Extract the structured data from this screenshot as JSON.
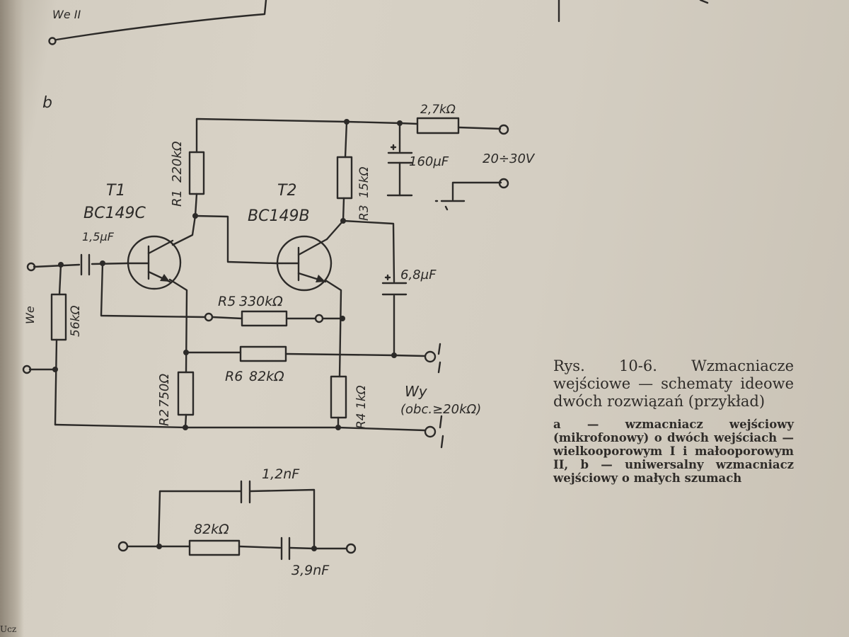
{
  "figure": {
    "top_fragment_label": "We II",
    "panel_label": "b",
    "transistors": {
      "t1": {
        "name": "T1",
        "type": "BC149C"
      },
      "t2": {
        "name": "T2",
        "type": "BC149B"
      }
    },
    "resistors": {
      "r1": {
        "ref": "R1",
        "value": "220kΩ"
      },
      "r2": {
        "ref": "R2",
        "value": "750Ω"
      },
      "r3": {
        "ref": "R3",
        "value": "15kΩ"
      },
      "r4": {
        "ref": "R4",
        "value": "1kΩ"
      },
      "r5": {
        "ref": "R5",
        "value": "330kΩ"
      },
      "r6": {
        "ref": "R6",
        "value": "82kΩ"
      },
      "r_input": {
        "value": "56kΩ"
      },
      "r_supply": {
        "value": "2,7kΩ"
      }
    },
    "capacitors": {
      "c_input": "1,5µF",
      "c_output": "6,8µF",
      "c_supply": "160µF"
    },
    "supply_label": "20÷30V",
    "input_label": "We",
    "output_label": "Wy",
    "output_load": "(obc.≥20kΩ)",
    "network": {
      "c_top": "1,2nF",
      "resistor": "82kΩ",
      "c_bottom": "3,9nF"
    }
  },
  "caption": {
    "title": "Rys. 10-6. Wzmacniacze wejściowe — schematy ideowe dwóch rozwiązań (przykład)",
    "body": "a — wzmacniacz wejściowy (mikrofonowy) o dwóch wejściach — wielkooporowym I i małooporowym II, b — uniwersalny wzmacniacz wejściowy o małych szumach"
  },
  "footer": {
    "text": "Ucz"
  },
  "colors": {
    "paper": "#d8d2c6",
    "ink": "#2c2a28"
  }
}
